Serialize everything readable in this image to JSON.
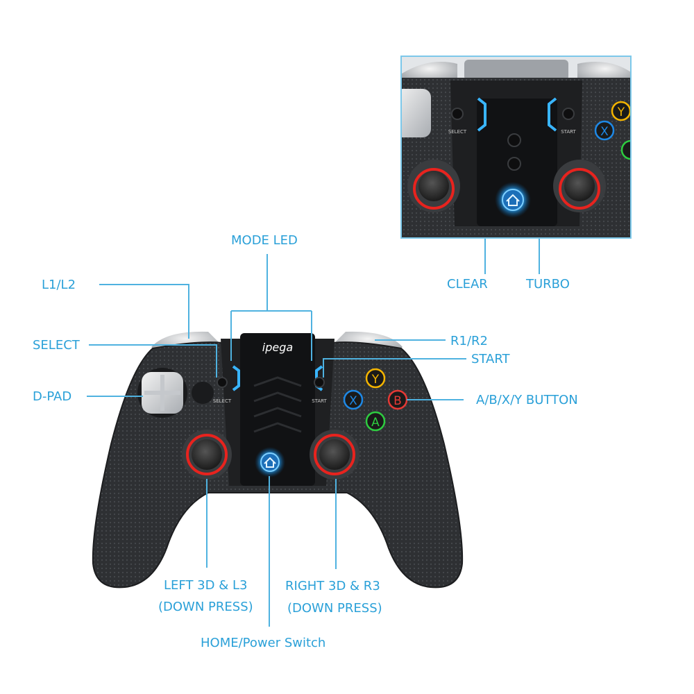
{
  "brand": "ipega",
  "labels": {
    "mode_led": "MODE LED",
    "l1l2": "L1/L2",
    "select": "SELECT",
    "dpad": "D-PAD",
    "r1r2": "R1/R2",
    "start": "START",
    "abxy": "A/B/X/Y BUTTON",
    "left3d_1": "LEFT 3D & L3",
    "left3d_2": "(DOWN PRESS)",
    "right3d_1": "RIGHT 3D & R3",
    "right3d_2": "(DOWN PRESS)",
    "home": "HOME/Power Switch",
    "clear": "CLEAR",
    "turbo": "TURBO"
  },
  "controller_text": {
    "select_small": "SELECT",
    "start_small": "START"
  },
  "buttons": {
    "y": "Y",
    "x": "X",
    "b": "B",
    "a": "A"
  },
  "colors": {
    "label": "#2aa0d8",
    "leader": "#4fb2e0",
    "body": "#2b2d30",
    "led": "#39b5ff",
    "stick_ring": "#e8231e",
    "btn_y": "#f4b400",
    "btn_x": "#1e88e5",
    "btn_b": "#e53935",
    "btn_a": "#2ecc40"
  }
}
